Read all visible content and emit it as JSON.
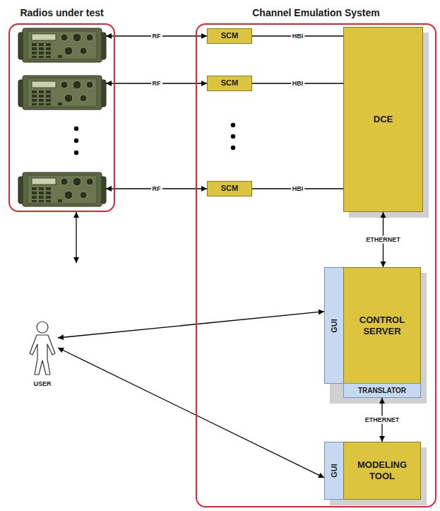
{
  "diagram": {
    "nodes": [
      {
        "text": [
          "Radios under test"
        ]
      },
      {
        "text": [
          "Channel Emulation System"
        ]
      },
      {
        "text": [
          "SCM"
        ],
        "in": 1
      },
      {
        "text": [
          "SCM"
        ],
        "in": 1
      },
      {
        "text": [
          "SCM"
        ],
        "in": 1
      },
      {
        "text": [
          "DCE"
        ],
        "in": 1
      },
      {
        "text": [
          "GUI"
        ],
        "in": 1
      },
      {
        "text": [
          "CONTROL SERVER"
        ],
        "in": 1
      },
      {
        "text": [
          "TRANSLATOR"
        ],
        "in": 1
      },
      {
        "text": [
          "GUI"
        ],
        "in": 1
      },
      {
        "text": [
          "MODELING TOOL"
        ],
        "in": 1
      },
      {
        "text": [
          "USER"
        ]
      }
    ],
    "edges": [
      {
        "from": 0,
        "to": 2,
        "label": "RF",
        "arrow": "both"
      },
      {
        "from": 0,
        "to": 3,
        "label": "RF",
        "arrow": "both"
      },
      {
        "from": 0,
        "to": 4,
        "label": "RF",
        "arrow": "both"
      },
      {
        "from": 2,
        "to": 5,
        "label": "HBI",
        "arrow": "none"
      },
      {
        "from": 3,
        "to": 5,
        "label": "HBI",
        "arrow": "none"
      },
      {
        "from": 4,
        "to": 5,
        "label": "HBI",
        "arrow": "none"
      },
      {
        "from": 5,
        "to": 7,
        "label": "ETHERNET",
        "arrow": "both"
      },
      {
        "from": 8,
        "to": 10,
        "label": "ETHERNET",
        "arrow": "both"
      },
      {
        "from": 0,
        "to": 11,
        "arrow": "both"
      },
      {
        "from": 11,
        "to": 6,
        "arrow": "both"
      },
      {
        "from": 11,
        "to": 9,
        "arrow": "both"
      }
    ]
  }
}
